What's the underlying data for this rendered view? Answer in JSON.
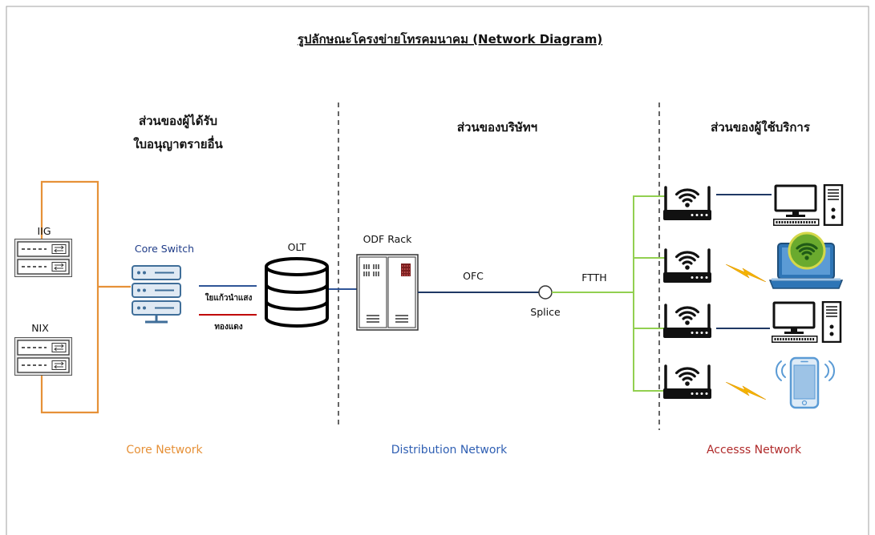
{
  "title": "รูปลักษณะโครงข่ายโทรคมนาคม (Network Diagram)",
  "zones": [
    {
      "heading": [
        "ส่วนของผู้ได้รับ",
        "ใบอนุญาตรายอื่น"
      ],
      "network": "Core Network",
      "network_color": "#e69138"
    },
    {
      "heading": [
        "ส่วนของบริษัทฯ"
      ],
      "network": "Distribution Network",
      "network_color": "#2f5fb3"
    },
    {
      "heading": [
        "ส่วนของผู้ใช้บริการ"
      ],
      "network": "Accesss Network",
      "network_color": "#b02a2a"
    }
  ],
  "nodes": {
    "iig": {
      "label": "IIG",
      "icon": "rack-server-icon"
    },
    "nix": {
      "label": "NIX",
      "icon": "rack-server-icon"
    },
    "core_switch": {
      "label": "Core Switch",
      "label_color": "#1f3c88",
      "icon": "server-stack-icon"
    },
    "olt": {
      "label": "OLT",
      "icon": "database-icon"
    },
    "odf_rack": {
      "label": "ODF Rack",
      "icon": "rack-cabinet-icon"
    },
    "splice": {
      "label": "Splice",
      "icon": "splice-point-icon"
    },
    "routers": [
      {
        "icon": "wifi-router-icon"
      },
      {
        "icon": "wifi-router-icon"
      },
      {
        "icon": "wifi-router-icon"
      },
      {
        "icon": "wifi-router-icon"
      }
    ],
    "endpoints": [
      {
        "icon": "desktop-computer-icon"
      },
      {
        "icon": "laptop-wifi-icon"
      },
      {
        "icon": "desktop-computer-icon"
      },
      {
        "icon": "smartphone-icon"
      }
    ]
  },
  "links": {
    "ofc": "OFC",
    "ftth": "FTTH"
  },
  "cable_legend": [
    {
      "label": "ใยแก้วนำแสง",
      "color": "#2f5597"
    },
    {
      "label": "ทองแดง",
      "color": "#c00000"
    }
  ],
  "colors": {
    "core_links": "#e69138",
    "ofc": "#1f3864",
    "wired": "#1f3864",
    "ftth": "#92d050",
    "wireless": "#f5b400",
    "divider": "#333333",
    "frame": "#a0a0a0"
  }
}
